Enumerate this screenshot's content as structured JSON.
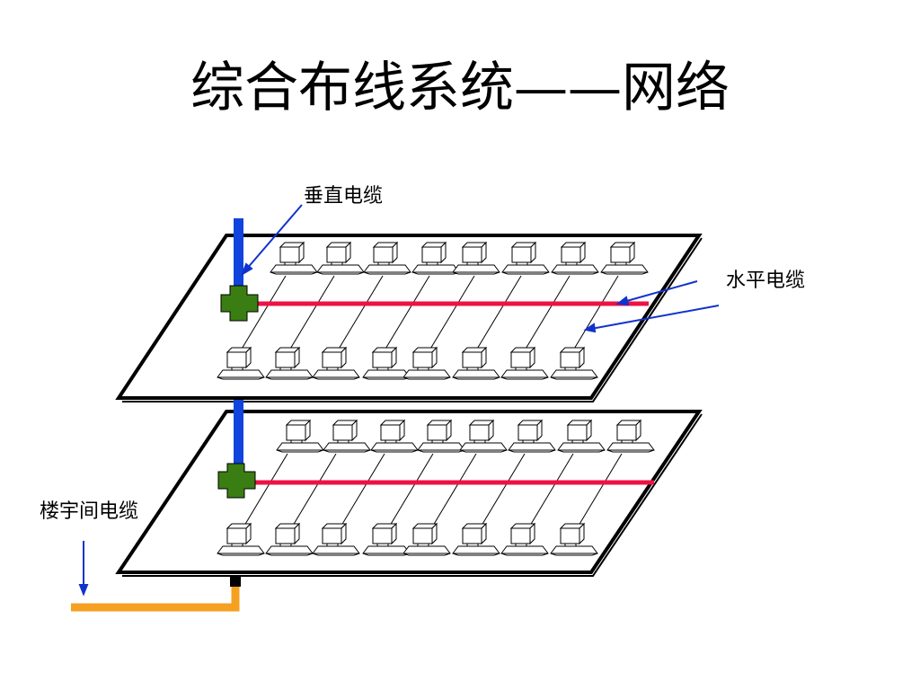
{
  "slide": {
    "title": "综合布线系统——网络"
  },
  "labels": {
    "vertical_cable": "垂直电缆",
    "horizontal_cable": "水平电缆",
    "building_cable": "楼宇间电缆"
  },
  "colors": {
    "vertical_cable": "#1144dd",
    "horizontal_cable": "#ee1144",
    "building_cable": "#f5a020",
    "cross_connect": "#3a7d12",
    "arrow": "#1133cc",
    "floor_edge": "#000000"
  },
  "floors": [
    {
      "name": "upper-floor",
      "workstations_back_row": 8,
      "workstations_front_row": 8
    },
    {
      "name": "lower-floor",
      "workstations_back_row": 8,
      "workstations_front_row": 8
    }
  ]
}
